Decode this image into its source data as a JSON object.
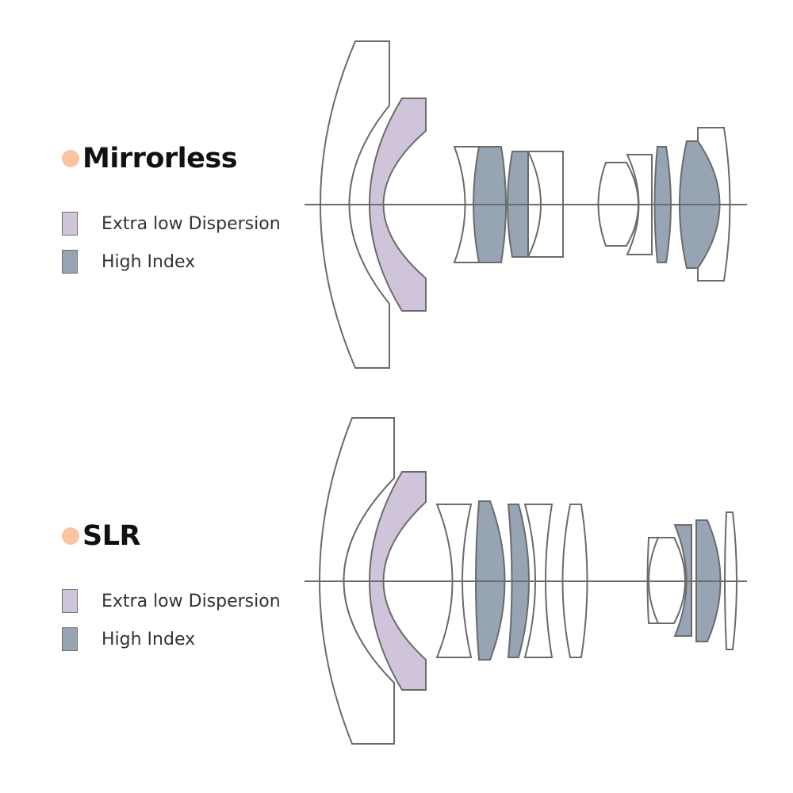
{
  "colors": {
    "dot": "#f9c4a0",
    "extra_low_dispersion": "#cfc4da",
    "high_index": "#97a4b4",
    "outline": "#6b6b6b"
  },
  "sections": [
    {
      "title": "Mirrorless",
      "legend": [
        {
          "label": "Extra low Dispersion",
          "type": "extra_low_dispersion"
        },
        {
          "label": "High Index",
          "type": "high_index"
        }
      ]
    },
    {
      "title": "SLR",
      "legend": [
        {
          "label": "Extra low Dispersion",
          "type": "extra_low_dispersion"
        },
        {
          "label": "High Index",
          "type": "high_index"
        }
      ]
    }
  ]
}
